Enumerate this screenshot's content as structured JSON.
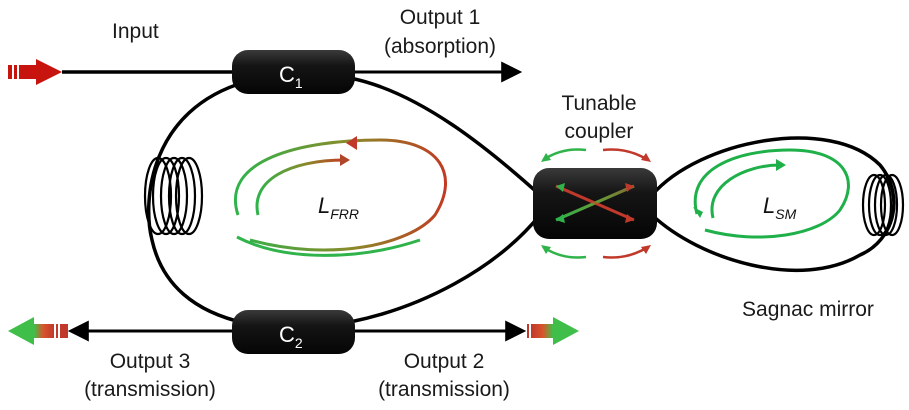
{
  "labels": {
    "input": "Input",
    "output1_line1": "Output 1",
    "output1_line2": "(absorption)",
    "tunable_line1": "Tunable",
    "tunable_line2": "coupler",
    "output3_line1": "Output 3",
    "output3_line2": "(transmission)",
    "output2_line1": "Output 2",
    "output2_line2": "(transmission)",
    "sagnac": "Sagnac mirror"
  },
  "couplers": {
    "c1_main": "C",
    "c1_sub": "1",
    "c2_main": "C",
    "c2_sub": "2"
  },
  "loops": {
    "frr_main": "L",
    "frr_sub": "FRR",
    "sm_main": "L",
    "sm_sub": "SM"
  },
  "colors": {
    "fiber": "#000000",
    "input_arrow": "#c8140e",
    "green": "#1fb04a",
    "red": "#c0392b",
    "coupler_body": "#111111"
  }
}
